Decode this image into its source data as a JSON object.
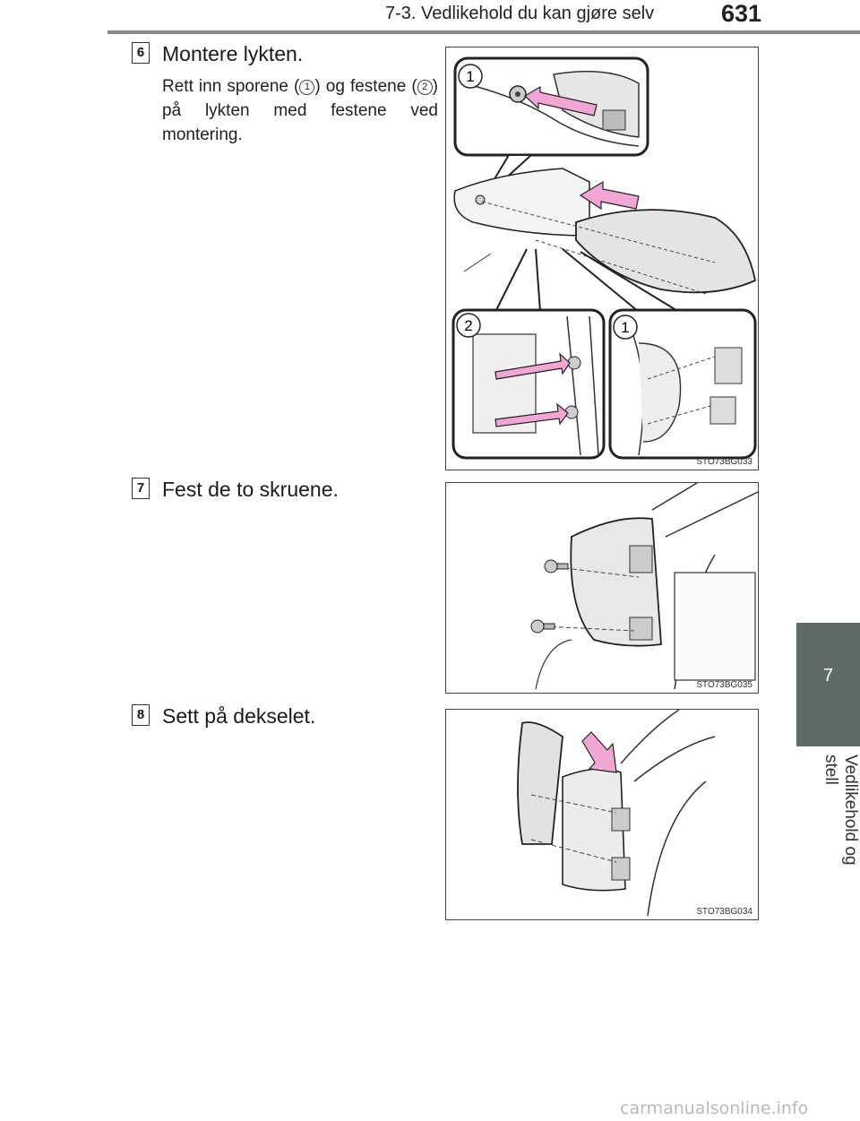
{
  "header": {
    "section_title": "7-3. Vedlikehold du kan gjøre selv",
    "page_number": "631"
  },
  "side_tab": {
    "chapter_number": "7",
    "chapter_label": "Vedlikehold og stell"
  },
  "steps": [
    {
      "number": "6",
      "title": "Montere lykten.",
      "body_prefix": "Rett inn sporene (",
      "ref1": "1",
      "body_middle": ") og festene (",
      "ref2": "2",
      "body_suffix": ") på lykten med festene ved montering.",
      "figure": {
        "code": "STO73BG033",
        "callouts": [
          "1",
          "2",
          "1"
        ]
      }
    },
    {
      "number": "7",
      "title": "Fest de to skruene.",
      "figure": {
        "code": "STO73BG035"
      }
    },
    {
      "number": "8",
      "title": "Sett på dekselet.",
      "figure": {
        "code": "STO73BG034"
      }
    }
  ],
  "colors": {
    "arrow_fill": "#f2a6d4",
    "tab_bg": "#5f6b69",
    "rule": "#8a8a8a"
  },
  "watermark": "carmanualsonline.info"
}
